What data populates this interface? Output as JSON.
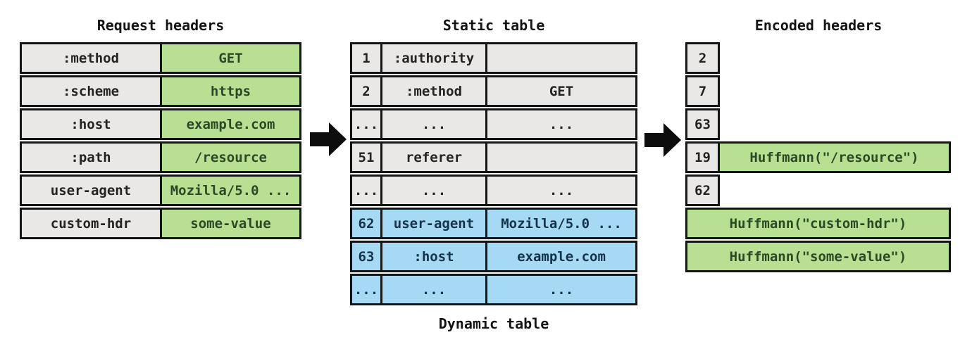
{
  "colors": {
    "gray_cell": "#e9e8e6",
    "green_cell": "#b7e092",
    "blue_cell": "#a6d9f4",
    "border": "#141414",
    "green_text": "#2c4824",
    "blue_text": "#14324a"
  },
  "request_headers": {
    "title": "Request headers",
    "rows": [
      {
        "name": ":method",
        "value": "GET"
      },
      {
        "name": ":scheme",
        "value": "https"
      },
      {
        "name": ":host",
        "value": "example.com"
      },
      {
        "name": ":path",
        "value": "/resource"
      },
      {
        "name": "user-agent",
        "value": "Mozilla/5.0 ..."
      },
      {
        "name": "custom-hdr",
        "value": "some-value"
      }
    ]
  },
  "lookup_table": {
    "title": "Static table",
    "caption": "Dynamic table",
    "rows": [
      {
        "index": "1",
        "name": ":authority",
        "value": "",
        "zone": "static"
      },
      {
        "index": "2",
        "name": ":method",
        "value": "GET",
        "zone": "static"
      },
      {
        "index": "...",
        "name": "...",
        "value": "...",
        "zone": "static"
      },
      {
        "index": "51",
        "name": "referer",
        "value": "",
        "zone": "static"
      },
      {
        "index": "...",
        "name": "...",
        "value": "...",
        "zone": "static"
      },
      {
        "index": "62",
        "name": "user-agent",
        "value": "Mozilla/5.0 ...",
        "zone": "dynamic"
      },
      {
        "index": "63",
        "name": ":host",
        "value": "example.com",
        "zone": "dynamic"
      },
      {
        "index": "...",
        "name": "...",
        "value": "...",
        "zone": "dynamic"
      }
    ]
  },
  "encoded_headers": {
    "title": "Encoded headers",
    "rows": [
      {
        "index": "2"
      },
      {
        "index": "7"
      },
      {
        "index": "63"
      },
      {
        "index": "19",
        "payload": "Huffmann(\"/resource\")"
      },
      {
        "index": "62"
      },
      {
        "payload": "Huffmann(\"custom-hdr\")"
      },
      {
        "payload": "Huffmann(\"some-value\")"
      }
    ]
  },
  "arrows": {
    "left_to_middle": "encode-lookup-arrow",
    "middle_to_right": "emit-encoded-arrow"
  }
}
